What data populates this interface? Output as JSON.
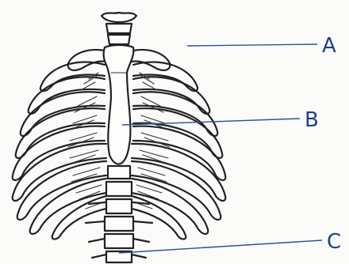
{
  "labels": {
    "a": "A",
    "b": "B",
    "c": "C"
  },
  "colors": {
    "ink": "#222222",
    "label_ink": "#1f3f8c",
    "paper": "#fbfbf9"
  }
}
